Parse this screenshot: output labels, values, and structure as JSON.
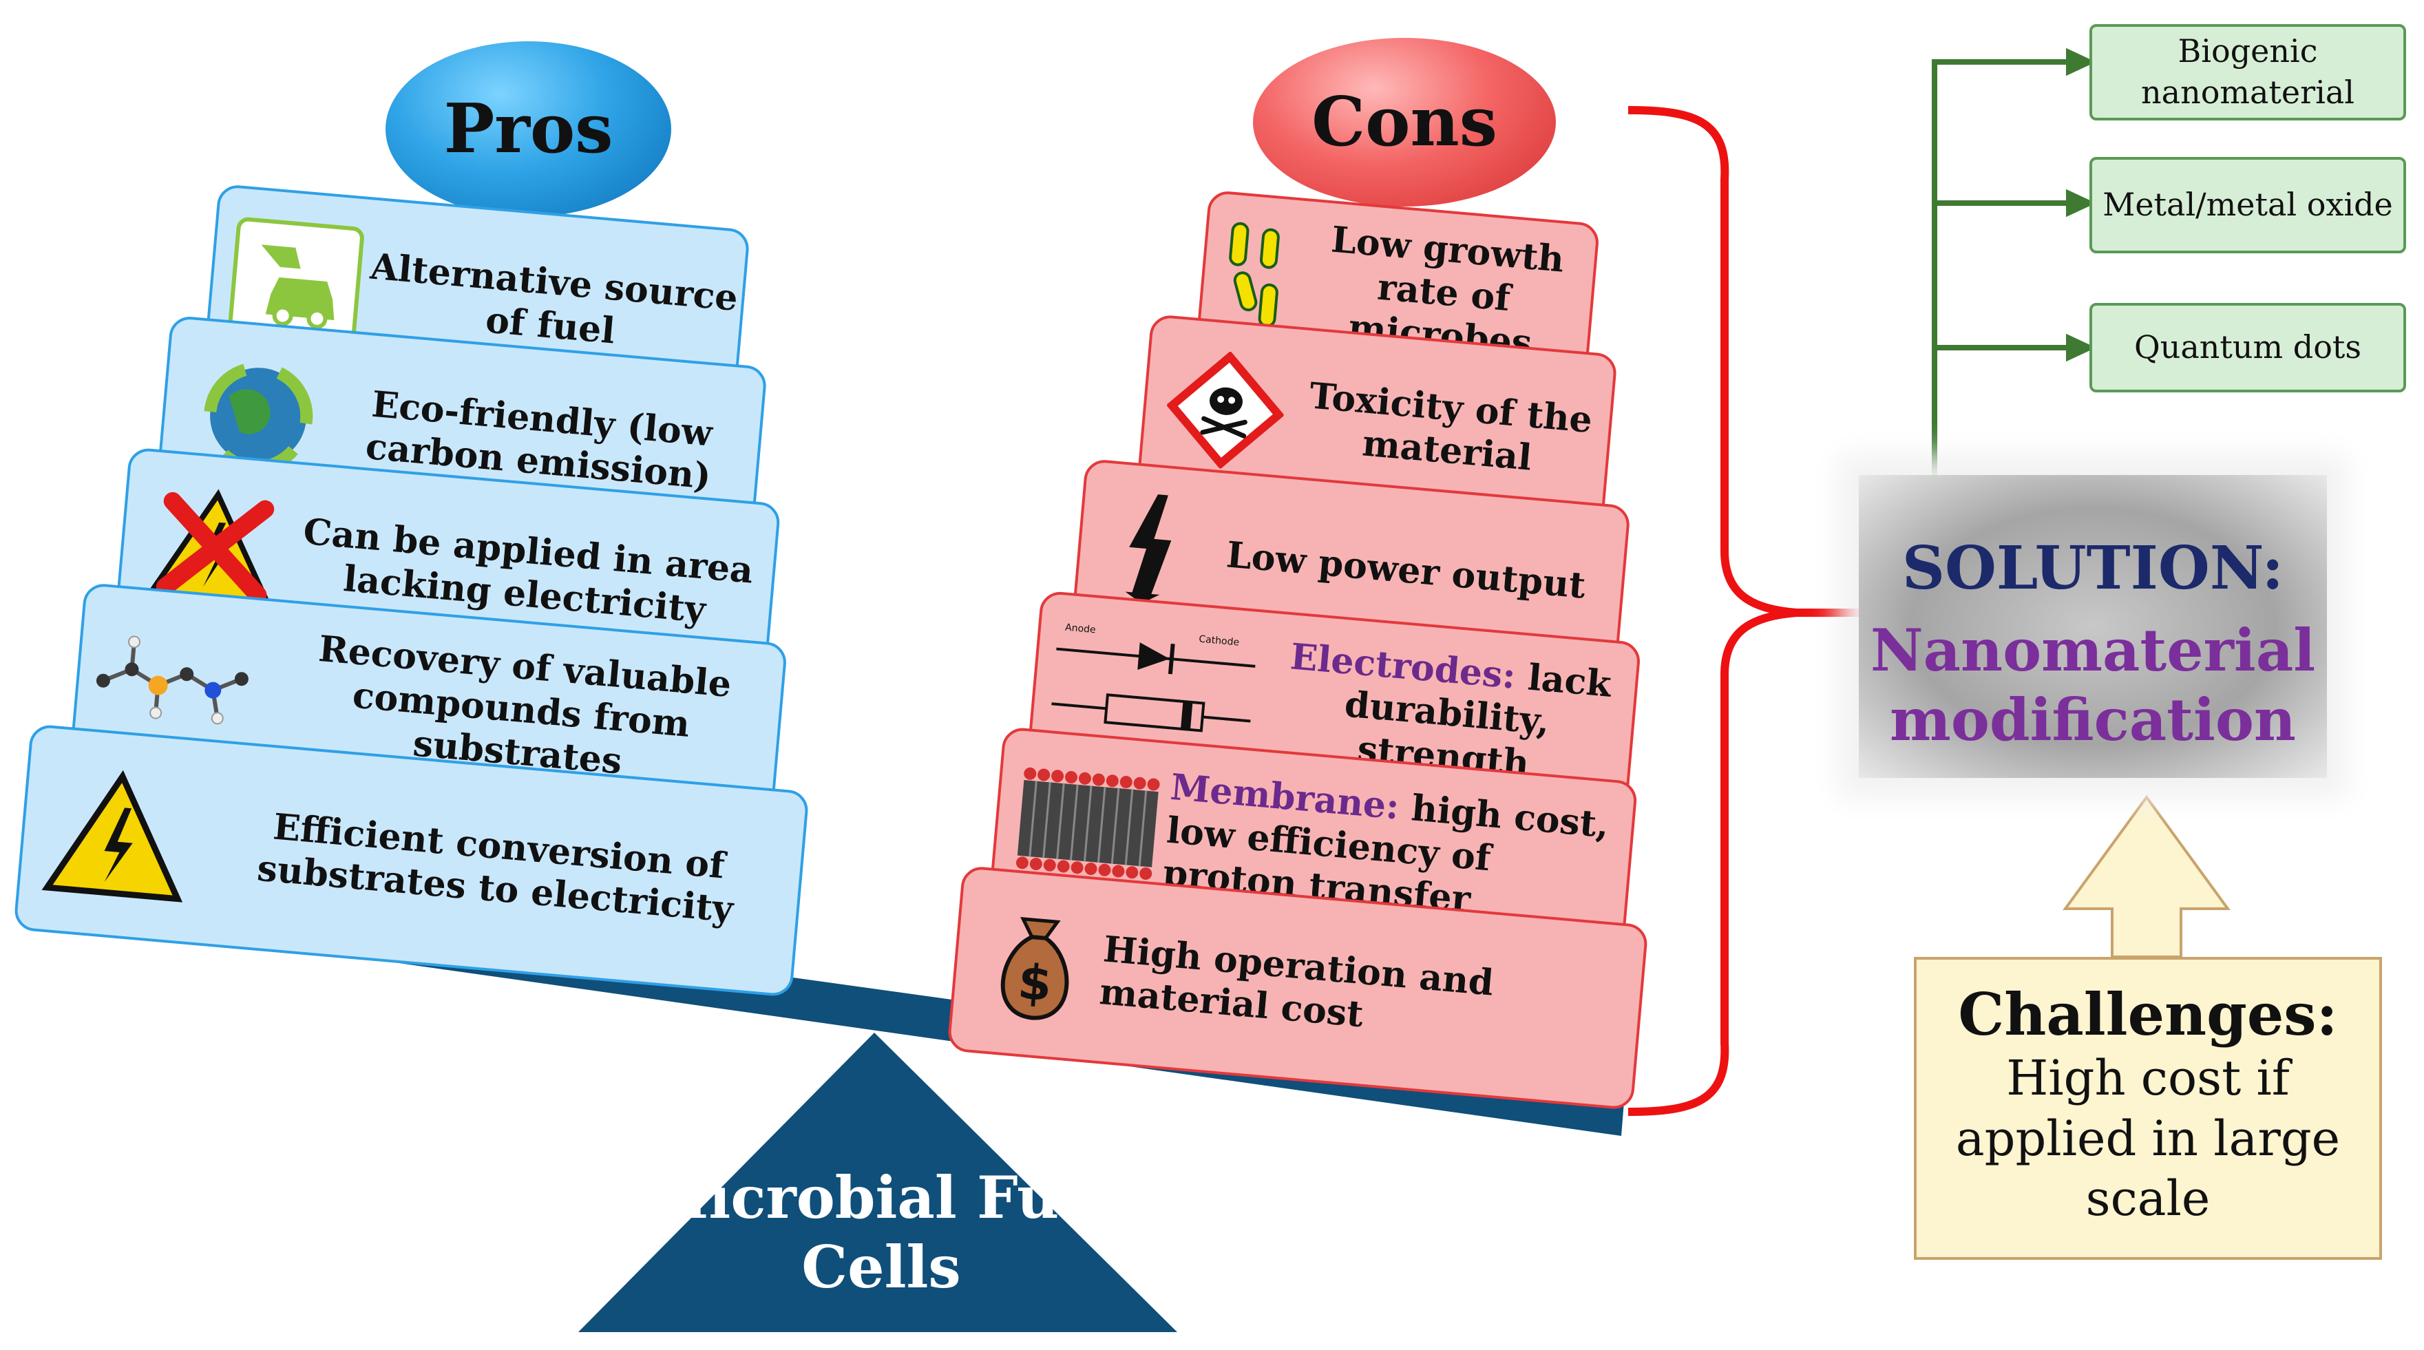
{
  "pros": {
    "title": "Pros",
    "items": [
      {
        "text": "Alternative source of fuel",
        "icon": "fuel-pump-car-icon"
      },
      {
        "text": "Eco-friendly (low carbon emission)",
        "icon": "recycle-globe-icon"
      },
      {
        "text": "Can be applied in area lacking electricity",
        "icon": "no-electricity-warning-icon"
      },
      {
        "text": "Recovery of valuable compounds from substrates",
        "icon": "molecule-icon"
      },
      {
        "text": "Efficient conversion of substrates to electricity",
        "icon": "high-voltage-warning-icon"
      }
    ]
  },
  "cons": {
    "title": "Cons",
    "items": [
      {
        "text": "Low growth rate of microbes",
        "icon": "bacteria-icon"
      },
      {
        "text": "Toxicity of the material",
        "icon": "toxic-skull-icon"
      },
      {
        "text": "Low power output",
        "icon": "lightning-bolt-icon"
      },
      {
        "label": "Electrodes:",
        "text": " lack durability, strength",
        "icon": "electrode-diagram-icon",
        "icon_text": [
          "Anode",
          "Cathode"
        ]
      },
      {
        "label": "Membrane:",
        "text": " high cost, low efficiency of proton transfer",
        "icon": "lipid-membrane-icon"
      },
      {
        "text": "High operation and material cost",
        "icon": "money-bag-icon"
      }
    ]
  },
  "fulcrum": {
    "label": "Microbial Fuel Cells"
  },
  "solution": {
    "title": "SOLUTION:",
    "subtitle": "Nanomaterial modification"
  },
  "options": [
    "Biogenic nanomaterial",
    "Metal/metal oxide",
    "Quantum dots"
  ],
  "challenges": {
    "title": "Challenges:",
    "text": "High cost if applied  in large scale"
  },
  "colors": {
    "pro_fill": "#c9e7fb",
    "pro_border": "#2fa0e6",
    "con_fill": "#f7b3b3",
    "con_border": "#e3393c",
    "beam": "#0f4f7a",
    "bracket": "#ee1111",
    "arrow_green": "#3f7a33",
    "option_fill": "#d7eed6",
    "challenge_fill": "#fdf4d0",
    "solution_title": "#1c2a6b",
    "solution_sub": "#7b2f9b",
    "membrane_label": "#6b2a8c"
  }
}
